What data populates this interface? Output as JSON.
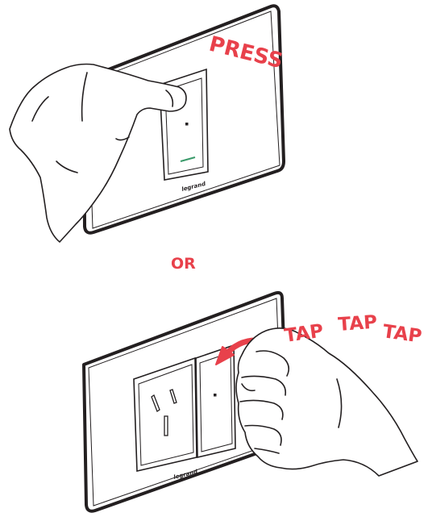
{
  "top_panel": {
    "action_label": "PRESS",
    "brand_text": "legrand"
  },
  "divider": {
    "label": "OR"
  },
  "bottom_panel": {
    "tap_labels": [
      "TAP",
      "TAP",
      "TAP"
    ],
    "brand_text": "legrand"
  },
  "colors": {
    "accent_red": "#e8414b",
    "outline": "#231f20",
    "indicator_green": "#3a9a6a"
  }
}
